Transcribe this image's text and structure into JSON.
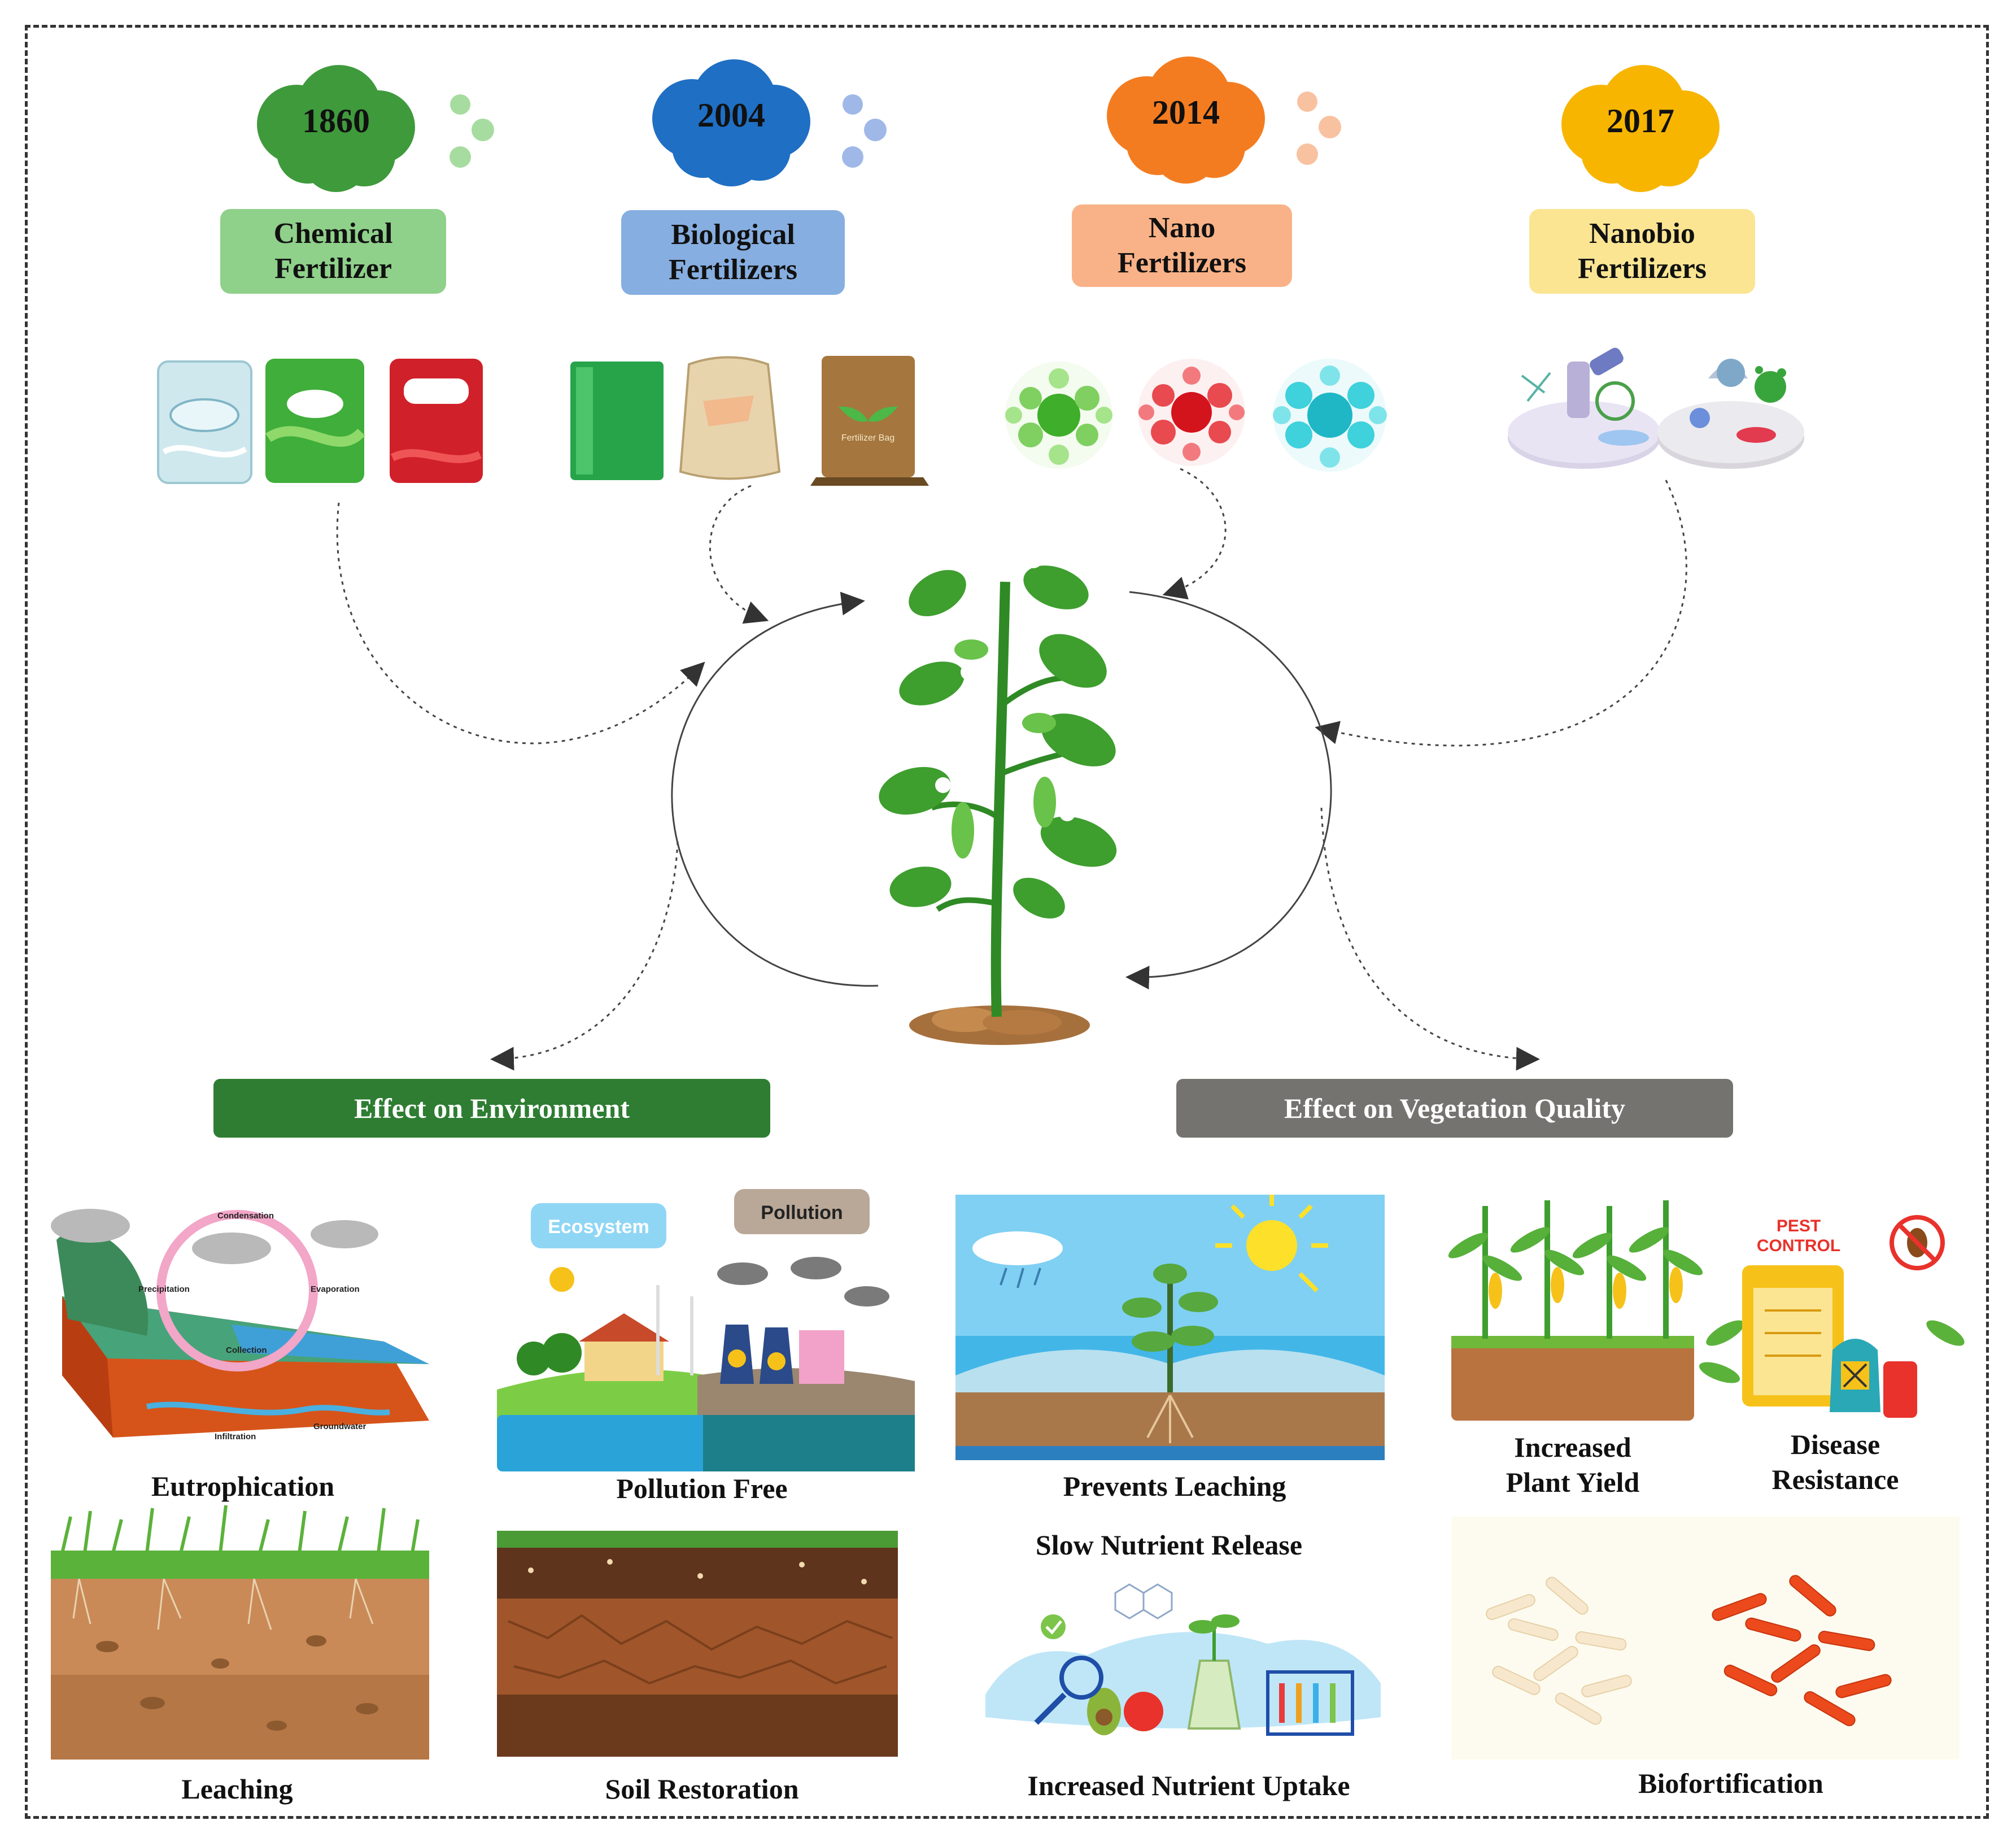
{
  "timeline": [
    {
      "year": "1860",
      "label": "Chemical\nFertilizer",
      "cloud_color": "#3f9a3c",
      "box_color": "#8fd08a",
      "dot_color": "#a7dca0"
    },
    {
      "year": "2004",
      "label": "Biological\nFertilizers",
      "cloud_color": "#1f6fc4",
      "box_color": "#86aee0",
      "dot_color": "#9fb8e8"
    },
    {
      "year": "2014",
      "label": "Nano\nFertilizers",
      "cloud_color": "#f47c20",
      "box_color": "#f9b287",
      "dot_color": "#f8c2a0"
    },
    {
      "year": "2017",
      "label": "Nanobio\nFertilizers",
      "cloud_color": "#f7b500",
      "box_color": "#fbe592",
      "dot_color": "#fbe592"
    }
  ],
  "fertilizer_bag_text": "Fertilizer Bag",
  "effects": {
    "environment": {
      "label": "Effect on Environment",
      "color": "#2e7d32"
    },
    "vegetation": {
      "label": "Effect on Vegetation Quality",
      "color": "#757370"
    }
  },
  "water_cycle": {
    "condensation": "Condensation",
    "precipitation": "Precipitation",
    "evaporation": "Evaporation",
    "collection": "Collection",
    "infiltration": "Infiltration",
    "groundwater": "Groundwater"
  },
  "ecosystem_tags": {
    "ecosystem": "Ecosystem",
    "pollution": "Pollution"
  },
  "pest_control": "PEST\nCONTROL",
  "captions": {
    "eutrophication": "Eutrophication",
    "pollution_free": "Pollution Free",
    "leaching": "Leaching",
    "soil_restoration": "Soil Restoration",
    "prevents_leaching": "Prevents Leaching",
    "slow_nutrient_release": "Slow Nutrient Release",
    "increased_nutrient_uptake": "Increased Nutrient Uptake",
    "increased_plant_yield": "Increased\nPlant Yield",
    "disease_resistance": "Disease\nResistance",
    "biofortification": "Biofortification"
  }
}
